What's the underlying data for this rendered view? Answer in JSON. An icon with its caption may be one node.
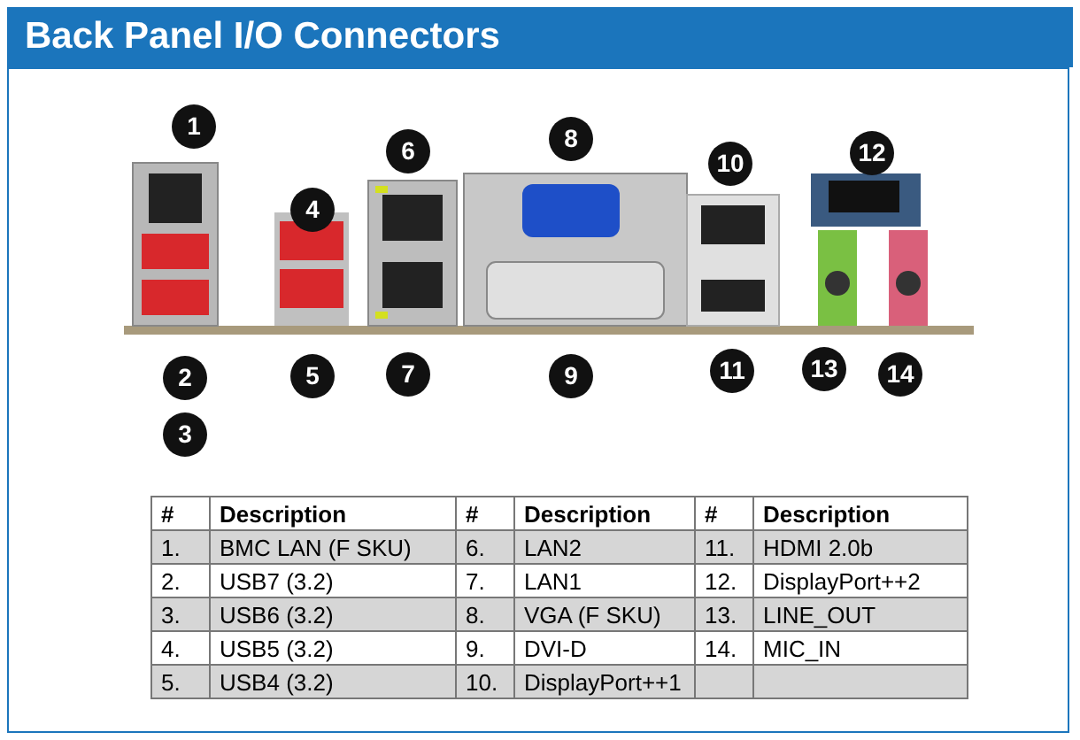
{
  "diagram": {
    "title": "Back Panel I/O Connectors",
    "labels": [
      "1",
      "2",
      "3",
      "4",
      "5",
      "6",
      "7",
      "8",
      "9",
      "10",
      "11",
      "12",
      "13",
      "14",
      "#",
      "Description",
      "#",
      "Description",
      "#",
      "Description",
      "1.",
      "BMC LAN (F SKU)",
      "6.",
      "LAN2",
      "11.",
      "HDMI 2.0b",
      "2.",
      "USB7 (3.2)",
      "7.",
      "LAN1",
      "12.",
      "DisplayPort++2",
      "3.",
      "USB6 (3.2)",
      "8.",
      "VGA (F SKU)",
      "13.",
      "LINE_OUT",
      "4.",
      "USB5 (3.2)",
      "9.",
      "DVI-D",
      "14.",
      "MIC_IN",
      "5.",
      "USB4 (3.2)",
      "10.",
      "DisplayPort++1"
    ]
  }
}
